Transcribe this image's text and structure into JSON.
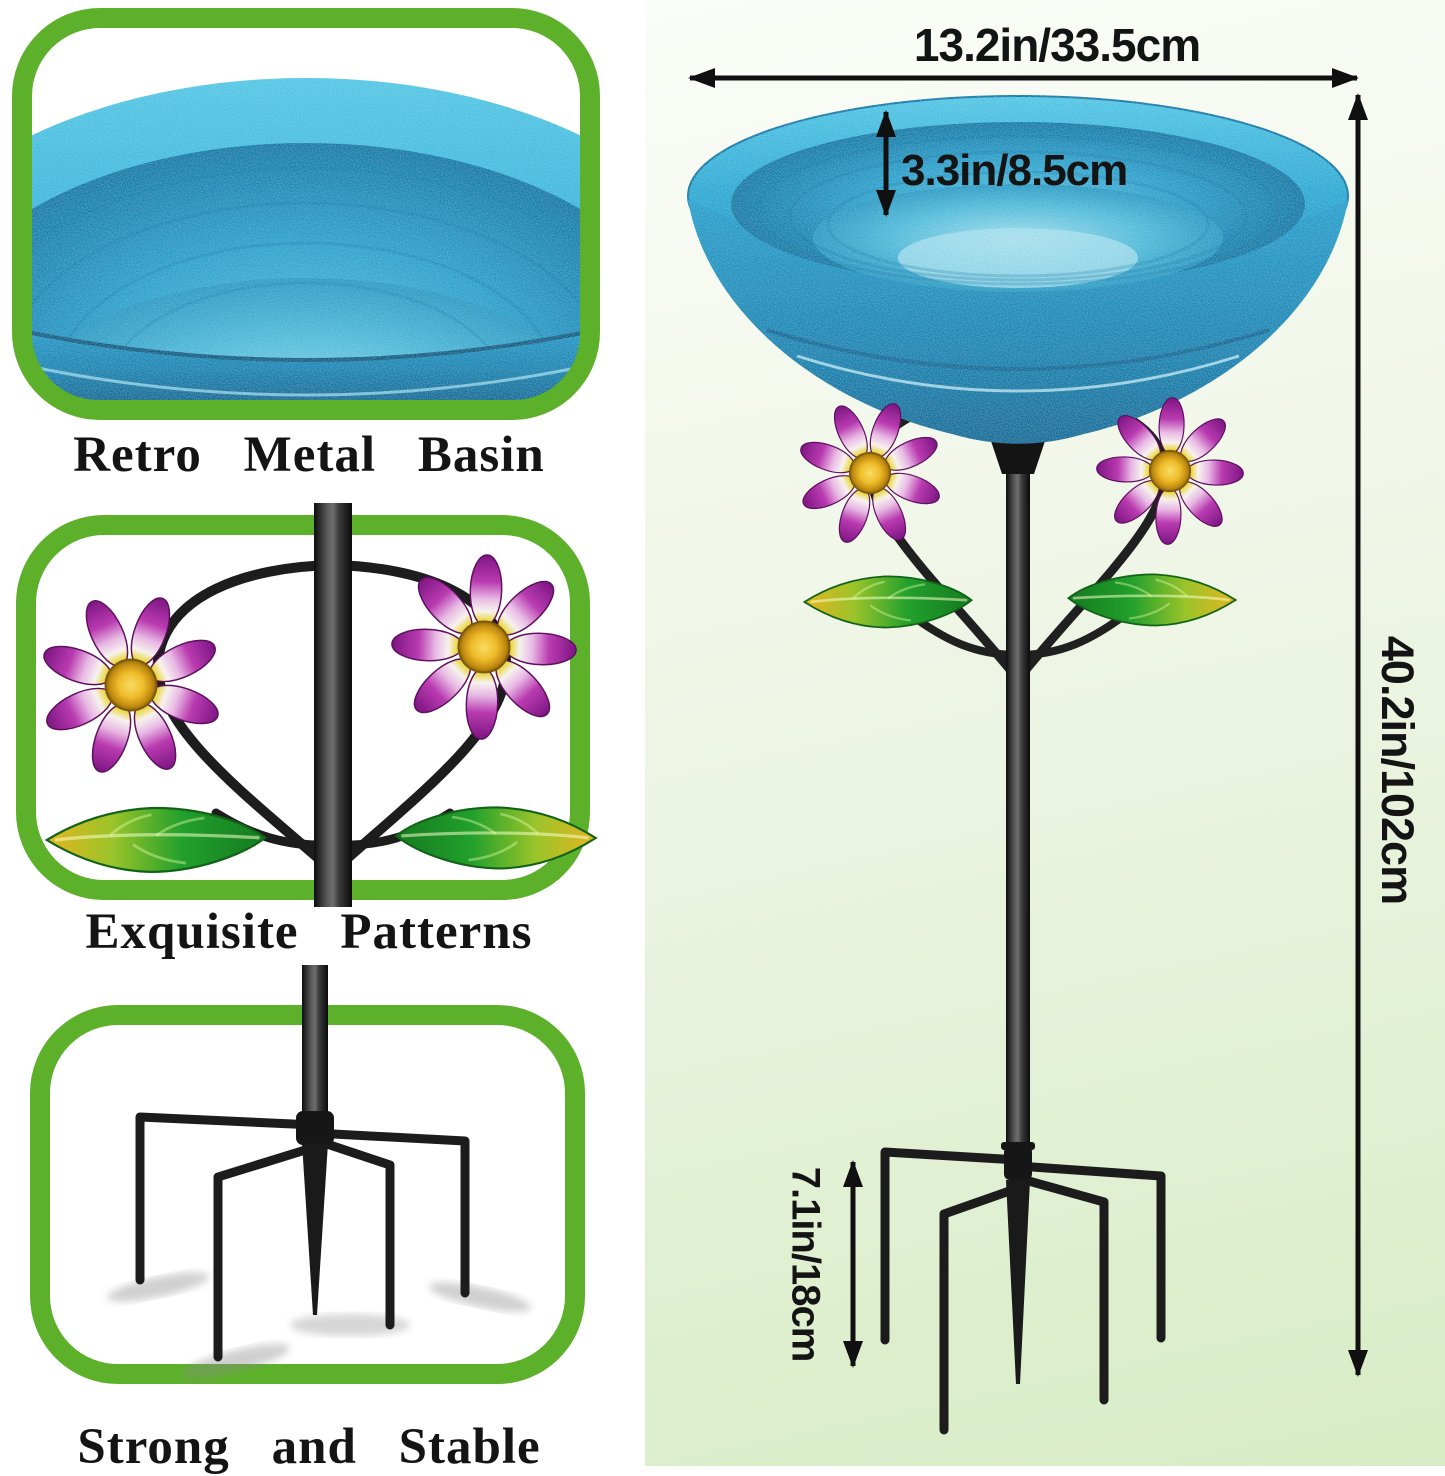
{
  "features": [
    {
      "caption": "Retro Metal Basin"
    },
    {
      "caption": "Exquisite Patterns"
    },
    {
      "caption": "Strong and Stable"
    }
  ],
  "dimensions": {
    "basin_width": "13.2in/33.5cm",
    "basin_depth": "3.3in/8.5cm",
    "total_height": "40.2in/102cm",
    "stake_height": "7.1in/18cm"
  },
  "colors": {
    "accent_green": "#5cb02a",
    "basin_blue": "#2fb2dd",
    "petal_purple": "#b93bb0",
    "flower_center_gold": "#eebc2a",
    "leaf_green": "#22a02c",
    "leaf_gold": "#e6b41f",
    "pole_black": "#1a1a1a",
    "bg_green_top": "#fbfdf8",
    "bg_green_bottom": "#d7ecc5",
    "text_black": "#141414"
  }
}
